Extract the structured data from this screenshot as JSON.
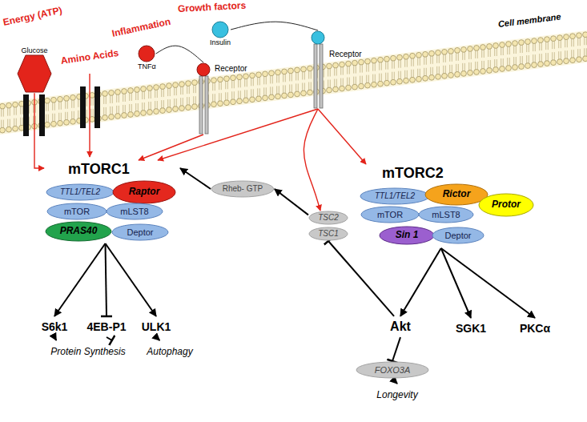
{
  "diagram": {
    "nodes": [
      {
        "text": [
          "Glucose"
        ]
      },
      {
        "text": [
          "TNFα"
        ]
      },
      {
        "text": [
          "Insulin"
        ]
      },
      {
        "text": [
          "Receptor"
        ]
      },
      {
        "text": [
          "Receptor"
        ]
      },
      {
        "text": [
          "mTORC1"
        ]
      },
      {
        "text": [
          "TTL1/TEL2"
        ],
        "in": 5
      },
      {
        "text": [
          "Raptor"
        ],
        "in": 5
      },
      {
        "text": [
          "mTOR"
        ],
        "in": 5
      },
      {
        "text": [
          "mLST8"
        ],
        "in": 5
      },
      {
        "text": [
          "PRAS40"
        ],
        "in": 5
      },
      {
        "text": [
          "Deptor"
        ],
        "in": 5
      },
      {
        "text": [
          "Rheb- GTP"
        ]
      },
      {
        "text": [
          "TSC2"
        ]
      },
      {
        "text": [
          "TSC1"
        ]
      },
      {
        "text": [
          "mTORC2"
        ]
      },
      {
        "text": [
          "TTL1/TEL2"
        ],
        "in": 15
      },
      {
        "text": [
          "Rictor"
        ],
        "in": 15
      },
      {
        "text": [
          "Protor"
        ],
        "in": 15
      },
      {
        "text": [
          "mTOR"
        ],
        "in": 15
      },
      {
        "text": [
          "mLST8"
        ],
        "in": 15
      },
      {
        "text": [
          "Sin 1"
        ],
        "in": 15
      },
      {
        "text": [
          "Deptor"
        ],
        "in": 15
      },
      {
        "text": [
          "S6k1"
        ]
      },
      {
        "text": [
          "4EB-P1"
        ]
      },
      {
        "text": [
          "ULK1"
        ]
      },
      {
        "text": [
          "Protein Synthesis"
        ]
      },
      {
        "text": [
          "Autophagy"
        ]
      },
      {
        "text": [
          "Akt"
        ]
      },
      {
        "text": [
          "SGK1"
        ]
      },
      {
        "text": [
          "PKCα"
        ]
      },
      {
        "text": [
          "FOXO3A"
        ]
      },
      {
        "text": [
          "Longevity"
        ]
      }
    ],
    "edges": [
      {
        "from": 0,
        "to": 5,
        "arrow": "to"
      },
      {
        "from": 1,
        "to": 3,
        "arrow": "none"
      },
      {
        "from": 2,
        "to": 4,
        "arrow": "none"
      },
      {
        "from": 3,
        "to": 5,
        "arrow": "to"
      },
      {
        "from": 4,
        "to": 5,
        "arrow": "to"
      },
      {
        "from": 4,
        "to": 13,
        "arrow": "to"
      },
      {
        "from": 4,
        "to": 15,
        "arrow": "to"
      },
      {
        "from": 12,
        "to": 5,
        "arrow": "to"
      },
      {
        "from": 13,
        "to": 12,
        "arrow": "to"
      },
      {
        "from": 28,
        "to": 14,
        "arrow": "to"
      },
      {
        "from": 15,
        "to": 28,
        "arrow": "to"
      },
      {
        "from": 15,
        "to": 29,
        "arrow": "to"
      },
      {
        "from": 15,
        "to": 30,
        "arrow": "to"
      },
      {
        "from": 5,
        "to": 23,
        "arrow": "to"
      },
      {
        "from": 5,
        "to": 24,
        "arrow": "to"
      },
      {
        "from": 5,
        "to": 25,
        "arrow": "to"
      },
      {
        "from": 23,
        "to": 26,
        "arrow": "to"
      },
      {
        "from": 24,
        "to": 26,
        "arrow": "to"
      },
      {
        "from": 25,
        "to": 27,
        "arrow": "to"
      },
      {
        "from": 28,
        "to": 31,
        "arrow": "to"
      },
      {
        "from": 31,
        "to": 32,
        "arrow": "to"
      }
    ],
    "labels": [
      "Energy (ATP)",
      "Amino Acids",
      "Inflammation",
      "Growth factors",
      "Cell membrane"
    ]
  }
}
